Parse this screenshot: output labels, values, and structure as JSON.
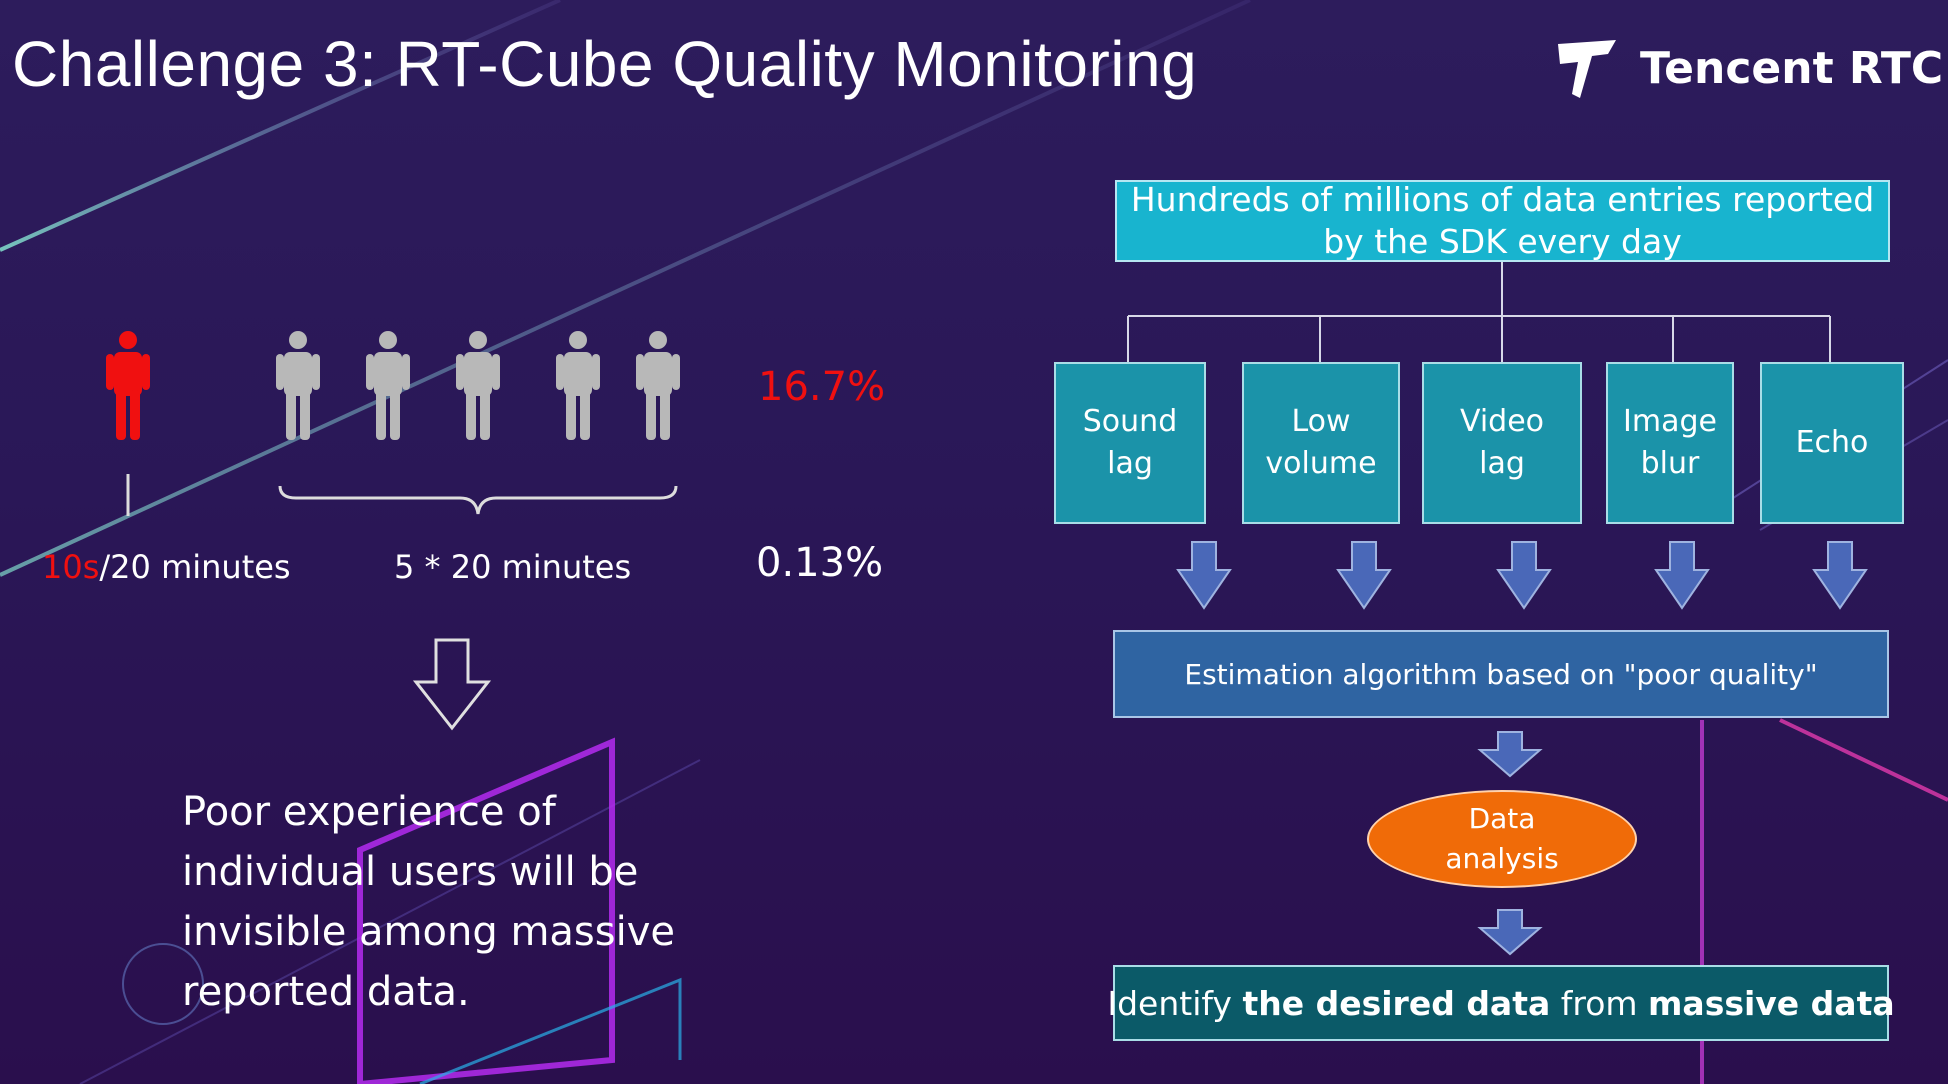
{
  "header": {
    "title": "Challenge 3: RT-Cube Quality Monitoring",
    "brand": "Tencent RTC"
  },
  "left": {
    "stat_top": "16.7%",
    "stat_bottom": "0.13%",
    "caption_red": "10s",
    "caption_rest": "/20 minutes",
    "caption_group": "5 * 20 minutes",
    "conclusion": "Poor experience of individual users will be invisible among massive reported data."
  },
  "flow": {
    "source": "Hundreds of millions of data entries reported by the SDK every day",
    "categories": [
      {
        "line1": "Sound",
        "line2": "lag"
      },
      {
        "line1": "Low",
        "line2": "volume"
      },
      {
        "line1": "Video",
        "line2": "lag"
      },
      {
        "line1": "Image",
        "line2": "blur"
      },
      {
        "line1": "Echo",
        "line2": ""
      }
    ],
    "estimation": "Estimation algorithm based on \"poor quality\"",
    "analysis_line1": "Data",
    "analysis_line2": "analysis",
    "final_1": "Identify ",
    "final_2": "the desired data",
    "final_3": " from ",
    "final_4": "massive data"
  },
  "colors": {
    "accent_red": "#f01010",
    "person_gray": "#b8b8b8",
    "box_cyan": "#18b4cf",
    "box_teal": "#1b93a9",
    "box_blue": "#2f64a2",
    "oval_orange": "#f06b08",
    "final_dark_teal": "#0b5a68"
  }
}
